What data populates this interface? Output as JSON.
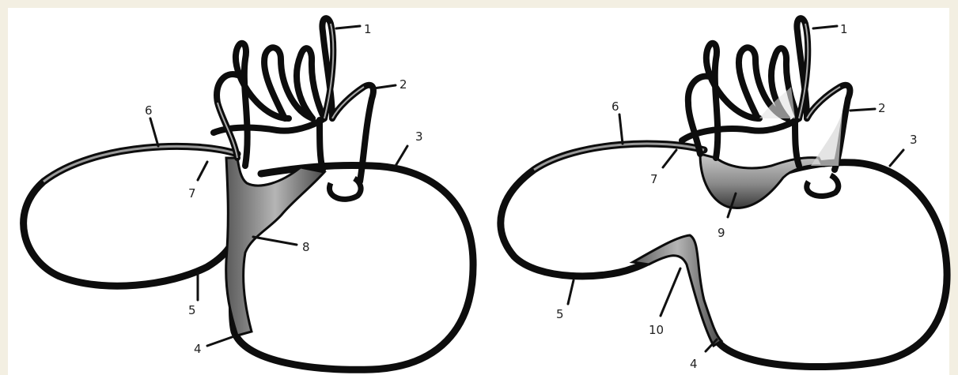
{
  "left_panel": {
    "labels": [
      "1",
      "2",
      "3",
      "4",
      "5",
      "6",
      "7",
      "8"
    ]
  },
  "right_panel": {
    "labels": [
      "1",
      "2",
      "3",
      "4",
      "5",
      "6",
      "7",
      "9",
      "10"
    ]
  },
  "colors": {
    "background": "#f3efe2",
    "panel": "#ffffff",
    "vessel_fill": "#8e8e8e",
    "vessel_outline": "#0d0d0d"
  }
}
